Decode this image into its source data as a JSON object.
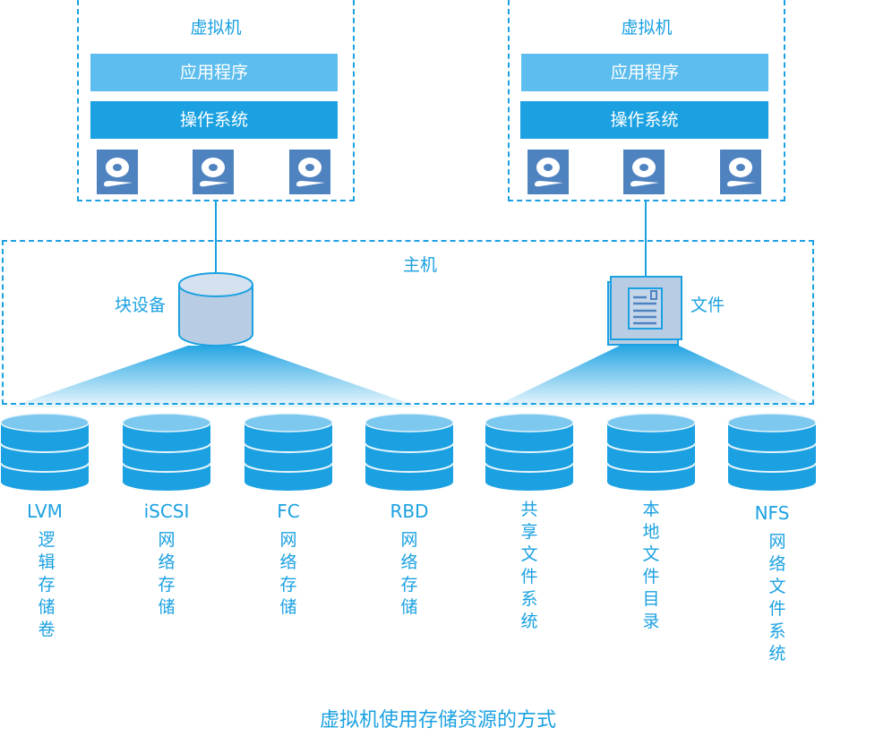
{
  "colors": {
    "accent": "#1ba1e2",
    "app_bar": "#5dbdee",
    "os_bar": "#1ba1e2",
    "disk": "#4f83c0",
    "block_device_fill": "#b8cde4",
    "db_top": "#7cc8ef",
    "db_body": "#1ba1e2"
  },
  "vms": [
    {
      "title": "虚拟机",
      "app_label": "应用程序",
      "os_label": "操作系统",
      "disks": [
        "disk-icon",
        "disk-icon",
        "disk-icon"
      ]
    },
    {
      "title": "虚拟机",
      "app_label": "应用程序",
      "os_label": "操作系统",
      "disks": [
        "disk-icon",
        "disk-icon",
        "disk-icon"
      ]
    }
  ],
  "host": {
    "title": "主机",
    "block_device_label": "块设备",
    "file_label": "文件"
  },
  "storage_backends": [
    {
      "name": "LVM",
      "desc": [
        "逻",
        "辑",
        "存",
        "储",
        "卷"
      ]
    },
    {
      "name": "iSCSI",
      "desc": [
        "网",
        "络",
        "存",
        "储"
      ]
    },
    {
      "name": "FC",
      "desc": [
        "网",
        "络",
        "存",
        "储"
      ]
    },
    {
      "name": "RBD",
      "desc": [
        "网",
        "络",
        "存",
        "储"
      ]
    },
    {
      "name": "",
      "desc": [
        "共",
        "享",
        "文",
        "件",
        "系",
        "统"
      ]
    },
    {
      "name": "",
      "desc": [
        "本",
        "地",
        "文",
        "件",
        "目",
        "录"
      ]
    },
    {
      "name": "NFS",
      "desc": [
        "网",
        "络",
        "文",
        "件",
        "系",
        "统"
      ]
    }
  ],
  "caption": "虚拟机使用存储资源的方式"
}
